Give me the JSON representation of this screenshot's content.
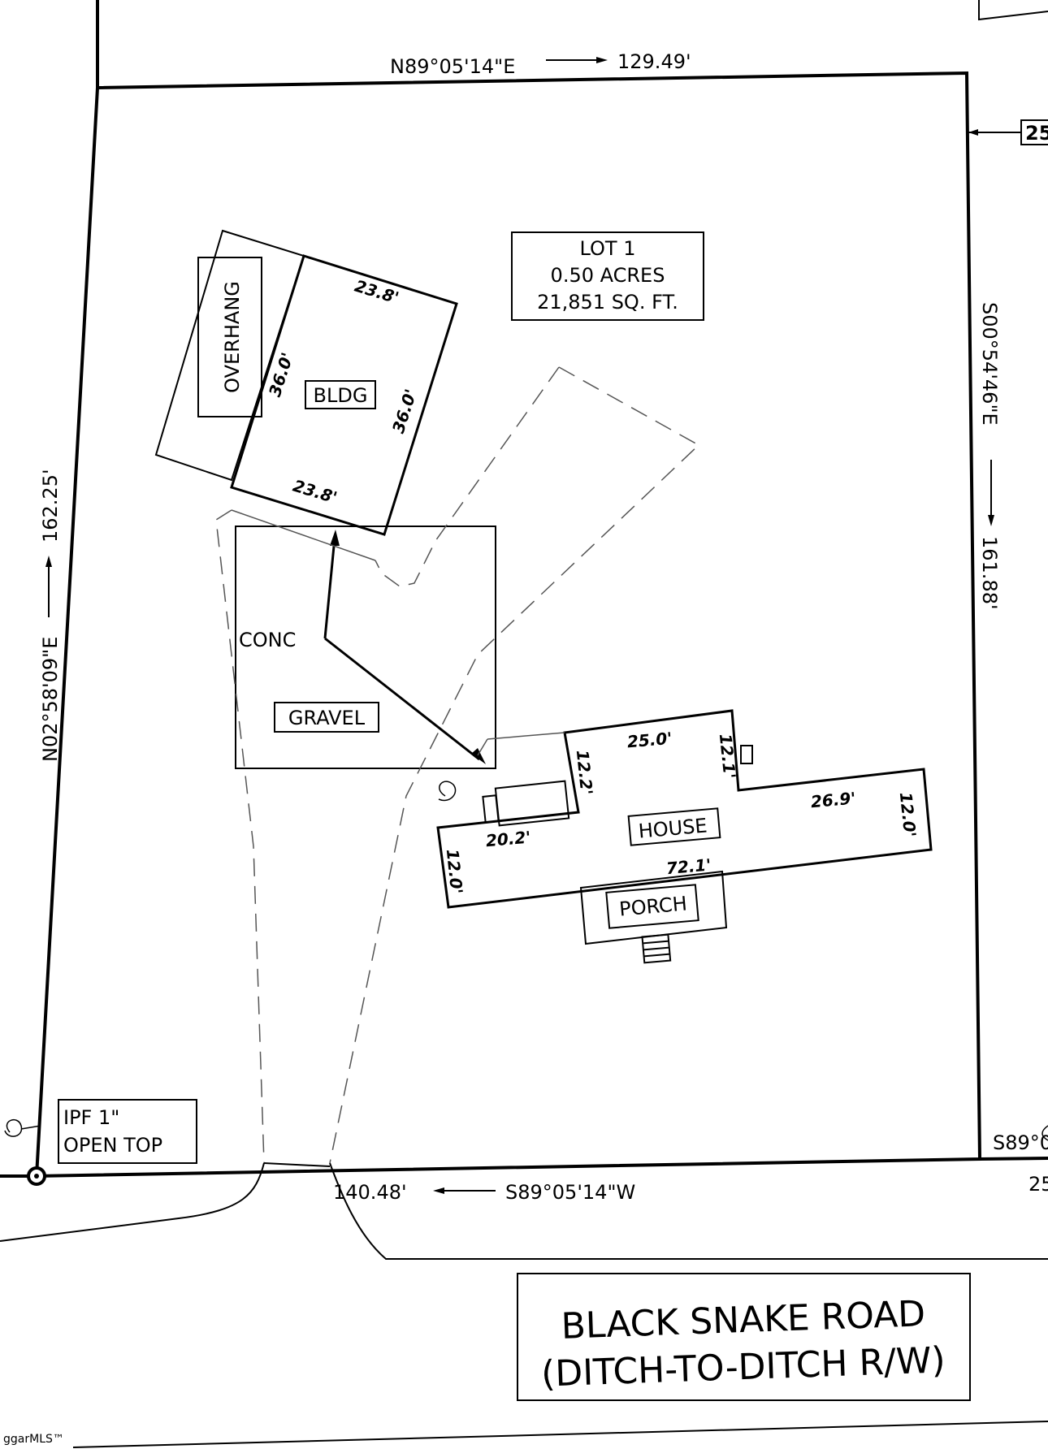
{
  "plat": {
    "bearings": {
      "north": "N89°05'14\"E",
      "north_dist": "129.49'",
      "east": "S00°54'46\"E",
      "east_dist": "161.88'",
      "west": "N02°58'09\"E",
      "west_dist": "162.25'",
      "south": "S89°05'14\"W",
      "south_dist": "140.48'"
    },
    "lot": {
      "line1": "LOT 1",
      "line2": "0.50 ACRES",
      "line3": "21,851 SQ. FT."
    },
    "labels": {
      "overhang": "OVERHANG",
      "bldg": "BLDG",
      "conc": "CONC",
      "gravel": "GRAVEL",
      "house": "HOUSE",
      "porch": "PORCH",
      "ipf_line1": "IPF 1\"",
      "ipf_line2": "OPEN TOP"
    },
    "dims": {
      "bldg_top": "23.8'",
      "bldg_bottom": "23.8'",
      "bldg_left": "36.0'",
      "bldg_right": "36.0'",
      "house_25": "25.0'",
      "house_12_1": "12.1'",
      "house_12_2": "12.2'",
      "house_26_9": "26.9'",
      "house_12_0_right": "12.0'",
      "house_20_2": "20.2'",
      "house_12_0_left": "12.0'",
      "house_72_1": "72.1'"
    },
    "road": {
      "line1": "BLACK SNAKE ROAD",
      "line2": "(DITCH-TO-DITCH R/W)"
    },
    "edge_fragments": {
      "top_right": "25",
      "bottom_right1": "S89°0",
      "bottom_right2": "25"
    }
  },
  "watermark": "ggarMLS™"
}
